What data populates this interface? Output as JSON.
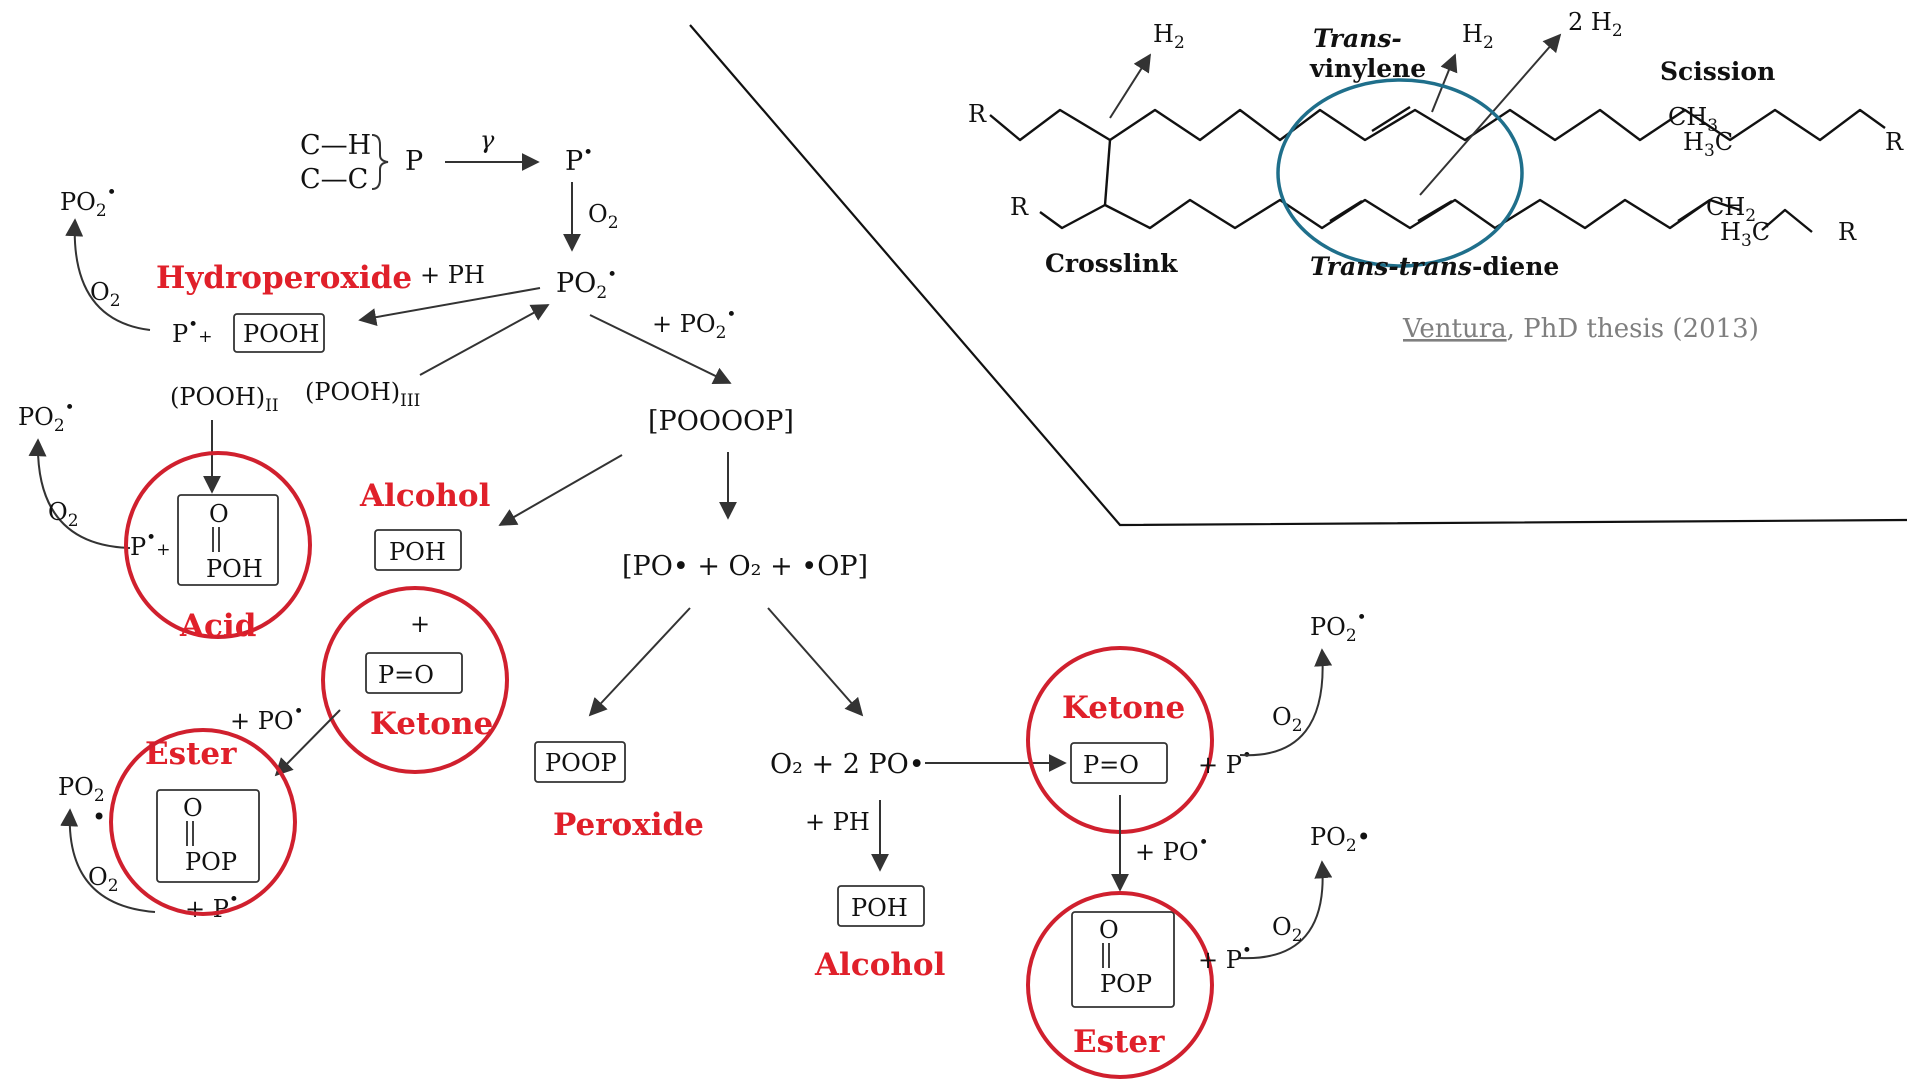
{
  "colors": {
    "label_red": "#e0202a",
    "circle_red": "#d0202e",
    "circle_blue": "#1f6f8b",
    "citation_grey": "#7f7f7f"
  },
  "scheme": {
    "top_ch": "C—H",
    "top_cc": "C—C",
    "p": "P",
    "gamma": "γ",
    "p_radical": "P",
    "o2": "O",
    "po2_radical": "PO",
    "plus_ph": "+ PH",
    "plus_po2": "+ PO",
    "p_plus": "P",
    "pooh": "POOH",
    "pooh_ii": "(POOH)",
    "pooh_iii": "(POOH)",
    "pooop": "[POOOOP]",
    "po_o2_op": "[PO• + O₂ + •OP]",
    "poh": "POH",
    "ketone_formula": "P=O",
    "acid_o": "O",
    "acid_poh": "POH",
    "ester_o": "O",
    "ester_pop": "POP",
    "poop": "POOP",
    "o2_2po": "O₂ + 2 PO•",
    "plus_po": "+ PO",
    "dot_plus": "+"
  },
  "labels": {
    "hydroperoxide": "Hydroperoxide",
    "alcohol": "Alcohol",
    "acid": "Acid",
    "ketone": "Ketone",
    "ester": "Ester",
    "peroxide": "Peroxide"
  },
  "structure": {
    "h2": "H",
    "two_h2": "2 H",
    "trans": "Trans-",
    "vinylene": "vinylene",
    "scission": "Scission",
    "crosslink": "Crosslink",
    "trans_trans": "Trans-trans",
    "diene": "-diene",
    "r": "R",
    "ch3": "CH",
    "h3c": "H",
    "ch2": "CH",
    "citation_author": "Ventura",
    "citation_rest": ", PhD thesis (2013)"
  }
}
